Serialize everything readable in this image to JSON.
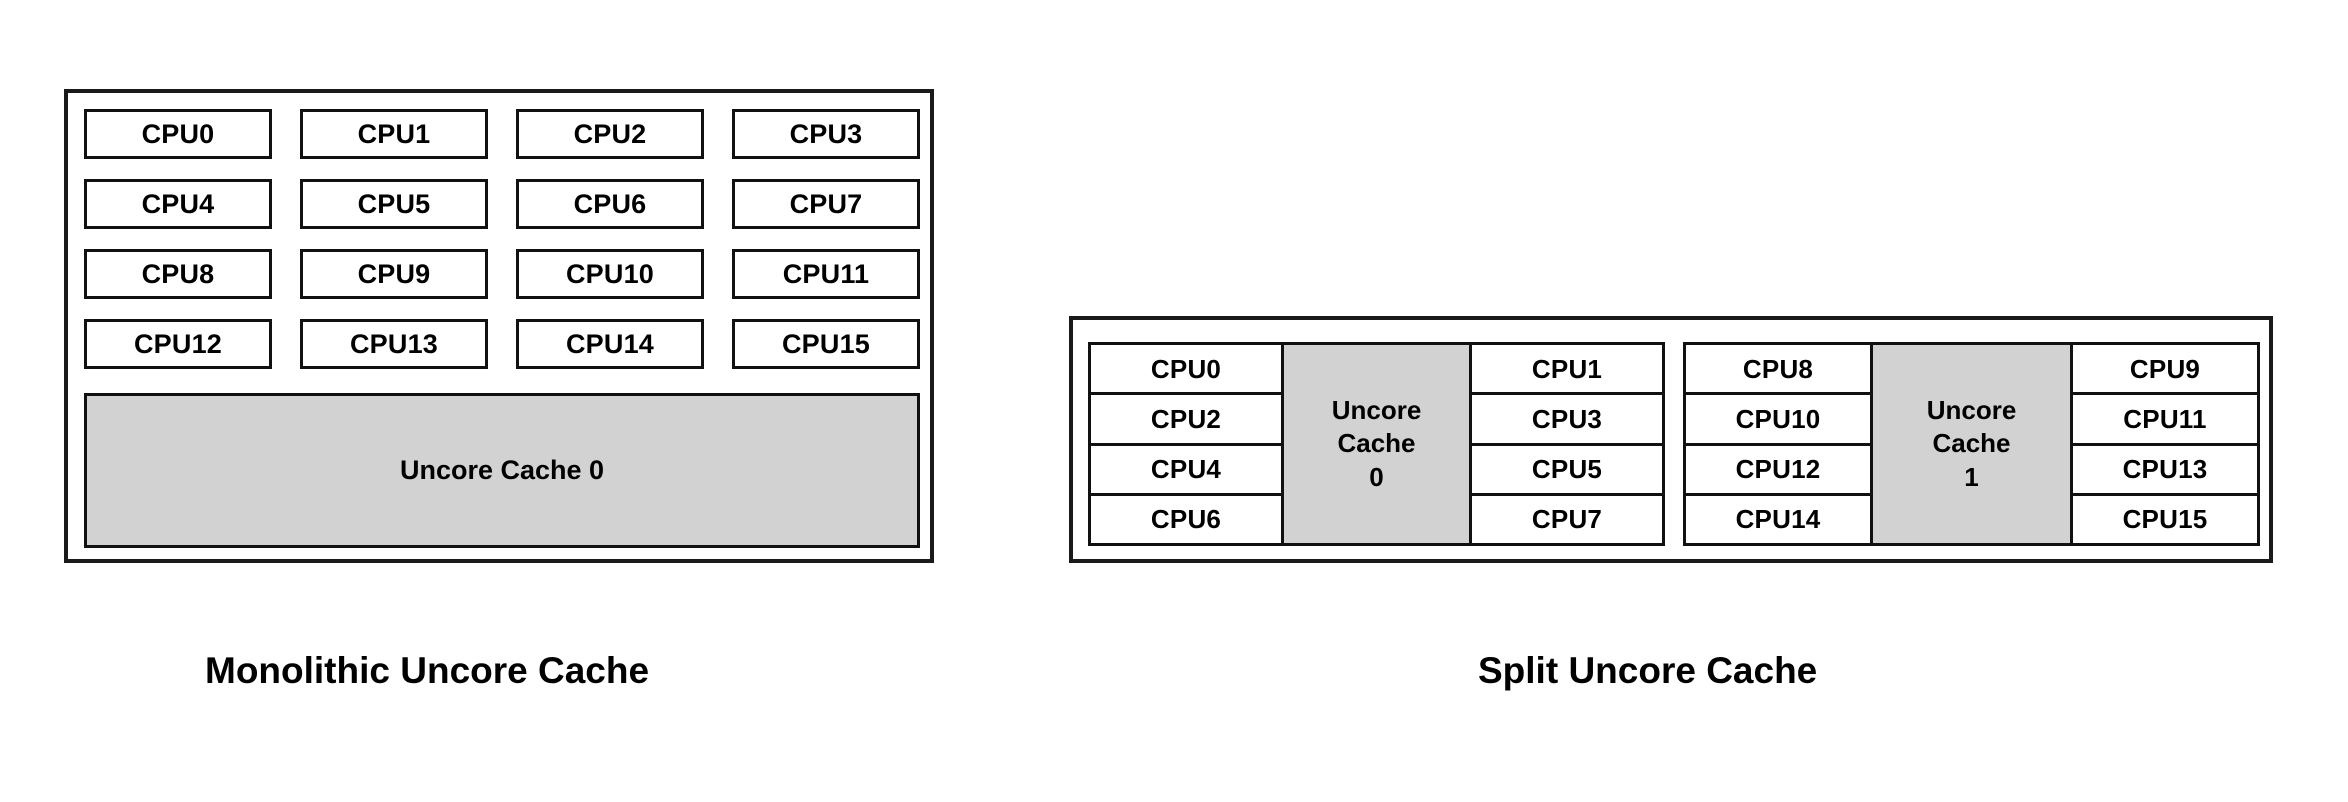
{
  "figures": {
    "monolithic": {
      "caption": "Monolithic Uncore Cache",
      "cpus": [
        "CPU0",
        "CPU1",
        "CPU2",
        "CPU3",
        "CPU4",
        "CPU5",
        "CPU6",
        "CPU7",
        "CPU8",
        "CPU9",
        "CPU10",
        "CPU11",
        "CPU12",
        "CPU13",
        "CPU14",
        "CPU15"
      ],
      "cache_label": "Uncore Cache 0"
    },
    "split": {
      "caption": "Split Uncore Cache",
      "clusters": [
        {
          "left_column": [
            "CPU0",
            "CPU2",
            "CPU4",
            "CPU6"
          ],
          "cache_line1": "Uncore",
          "cache_line2": "Cache",
          "cache_line3": "0",
          "right_column": [
            "CPU1",
            "CPU3",
            "CPU5",
            "CPU7"
          ]
        },
        {
          "left_column": [
            "CPU8",
            "CPU10",
            "CPU12",
            "CPU14"
          ],
          "cache_line1": "Uncore",
          "cache_line2": "Cache",
          "cache_line3": "1",
          "right_column": [
            "CPU9",
            "CPU11",
            "CPU13",
            "CPU15"
          ]
        }
      ]
    }
  },
  "colors": {
    "cache_fill": "#d2d2d2",
    "cpu_fill": "#ffffff",
    "border": "#111111",
    "background": "#ffffff",
    "text": "#000000"
  }
}
